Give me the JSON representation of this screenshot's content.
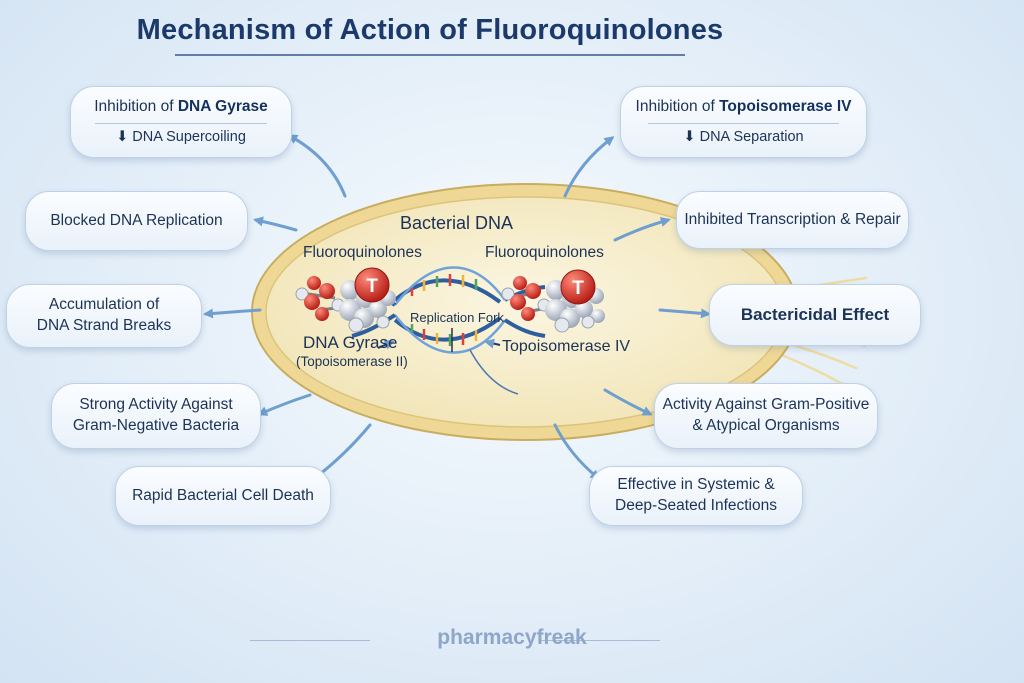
{
  "title": "Mechanism of Action of Fluoroquinolones",
  "cell": {
    "bacterial_dna": "Bacterial DNA",
    "fluoroquinolones_left": "Fluoroquinolones",
    "fluoroquinolones_right": "Fluoroquinolones",
    "replication_fork": "Replication Fork",
    "dna_gyrase": "DNA Gyrase",
    "dna_gyrase_sub": "(Topoisomerase II)",
    "topoisomerase_iv": "Topoisomerase IV",
    "drug_symbol": "T"
  },
  "effects": {
    "gyrase_prefix": "Inhibition of ",
    "gyrase_strong": "DNA Gyrase",
    "gyrase_sub": "⬇ DNA Supercoiling",
    "blocked_replication": "Blocked DNA Replication",
    "accumulation_line1": "Accumulation of",
    "accumulation_line2": "DNA Strand Breaks",
    "gram_negative_line1": "Strong Activity Against",
    "gram_negative_line2": "Gram-Negative Bacteria",
    "rapid_death": "Rapid Bacterial Cell Death",
    "topo_prefix": "Inhibition of ",
    "topo_strong": "Topoisomerase IV",
    "topo_sub": "⬇ DNA Separation",
    "transcription": "Inhibited Transcription & Repair",
    "bactericidal": "Bactericidal Effect",
    "gram_positive_line1": "Activity Against Gram-Positive",
    "gram_positive_line2": "& Atypical Organisms",
    "systemic_line1": "Effective in Systemic &",
    "systemic_line2": "Deep-Seated Infections"
  },
  "footer": "pharmacyfreak",
  "colors": {
    "title": "#1b3a6b",
    "arrow": "#6f9fcf",
    "cell_wall": "#e7cf8e",
    "cytoplasm": "#f7eec9",
    "dna_strand": "#3566a8",
    "drug_marker": "#d42a22",
    "footer": "#8ea6c8"
  },
  "icons": [
    "arrow-icon",
    "drug-marker-icon",
    "molecule-icon",
    "dna-helix-icon",
    "pili-icon"
  ]
}
